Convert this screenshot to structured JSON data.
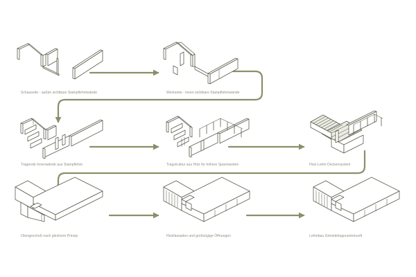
{
  "colors": {
    "line": "#5b5e4d",
    "arrow": "#8a8e6a",
    "caption": "#8c9080",
    "background": "#ffffff"
  },
  "steps": [
    {
      "id": "step-1",
      "caption": "Schauseite - außen sichtbare Stampflehmwände"
    },
    {
      "id": "step-2",
      "caption": "Werkseite - innen sichtbare Stampflehmwände"
    },
    {
      "id": "step-3",
      "caption": "Tragende Innenwände aus Stampflehm"
    },
    {
      "id": "step-4",
      "caption": "Tragstruktur aus Holz für höhere Spannweiten"
    },
    {
      "id": "step-5",
      "caption": "Holz-Lehm Deckensystem"
    },
    {
      "id": "step-6",
      "caption": "Obergeschoß nach gleichem Prinzip"
    },
    {
      "id": "step-7",
      "caption": "Holzfassaden und großzügige Öffnungen"
    },
    {
      "id": "step-8",
      "caption": "Lehmbau Getreidelagerunterkunft"
    }
  ]
}
